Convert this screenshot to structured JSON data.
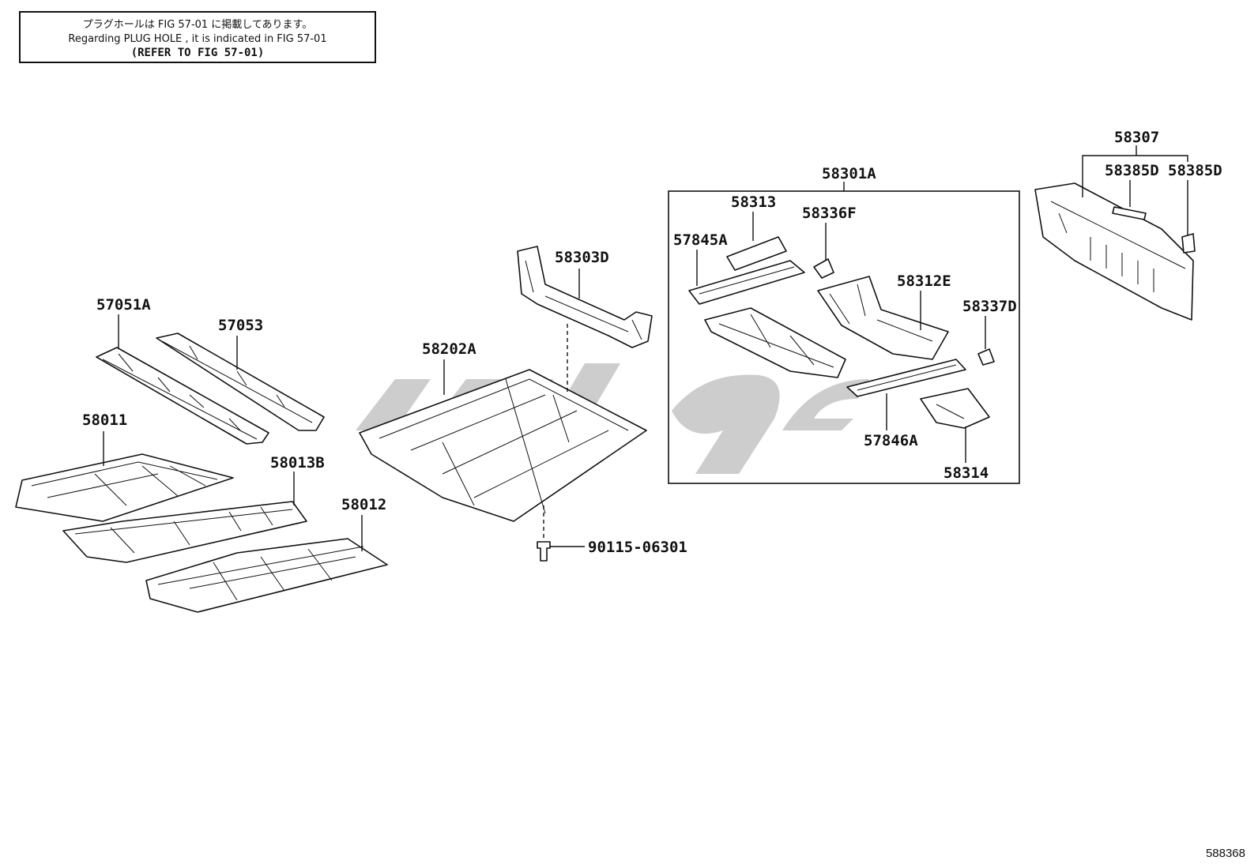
{
  "note": {
    "line1": "プラグホールは FIG 57-01 に掲載してあります。",
    "line2": "Regarding PLUG HOLE , it is indicated in FIG 57-01",
    "line3": "(REFER TO FIG 57-01)"
  },
  "figure_id": "588368",
  "watermark_color": "#c8c8c8",
  "part_labels": {
    "p57051A": "57051A",
    "p57053": "57053",
    "p58011": "58011",
    "p58013B": "58013B",
    "p58012": "58012",
    "p58202A": "58202A",
    "p58303D": "58303D",
    "p90115": "90115-06301",
    "p58301A": "58301A",
    "p58313": "58313",
    "p58336F": "58336F",
    "p57845A": "57845A",
    "p58312E": "58312E",
    "p58337D": "58337D",
    "p57846A": "57846A",
    "p58314": "58314",
    "p58307": "58307",
    "p58385D_1": "58385D",
    "p58385D_2": "58385D"
  }
}
